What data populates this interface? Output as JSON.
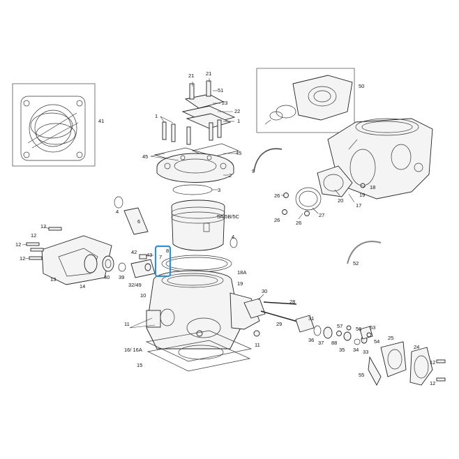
{
  "diagram": {
    "highlight_color": "#2f8fd0",
    "labels": [
      {
        "id": "l21a",
        "text": "21"
      },
      {
        "id": "l21b",
        "text": "21"
      },
      {
        "id": "l51",
        "text": "51"
      },
      {
        "id": "l23",
        "text": "23"
      },
      {
        "id": "l22",
        "text": "22"
      },
      {
        "id": "l1a",
        "text": "1"
      },
      {
        "id": "l1b",
        "text": "1"
      },
      {
        "id": "l41",
        "text": "41"
      },
      {
        "id": "l45a",
        "text": "45"
      },
      {
        "id": "l45b",
        "text": "45"
      },
      {
        "id": "l2",
        "text": "2"
      },
      {
        "id": "l3",
        "text": "3"
      },
      {
        "id": "l4a",
        "text": "4"
      },
      {
        "id": "l6",
        "text": "6"
      },
      {
        "id": "l5",
        "text": "5A/5B/5C"
      },
      {
        "id": "l4b",
        "text": "4"
      },
      {
        "id": "l8",
        "text": "8"
      },
      {
        "id": "l7",
        "text": "7"
      },
      {
        "id": "l43",
        "text": "43"
      },
      {
        "id": "l42",
        "text": "42"
      },
      {
        "id": "l18a",
        "text": "18A"
      },
      {
        "id": "l19a",
        "text": "19"
      },
      {
        "id": "l12a",
        "text": "12"
      },
      {
        "id": "l12b",
        "text": "12"
      },
      {
        "id": "l12c",
        "text": "12"
      },
      {
        "id": "l12d",
        "text": "12"
      },
      {
        "id": "l13",
        "text": "13"
      },
      {
        "id": "l14",
        "text": "14"
      },
      {
        "id": "l40",
        "text": "40"
      },
      {
        "id": "l39",
        "text": "39"
      },
      {
        "id": "l3249",
        "text": "32/49"
      },
      {
        "id": "l10",
        "text": "10"
      },
      {
        "id": "l11a",
        "text": "11"
      },
      {
        "id": "l11b",
        "text": "11"
      },
      {
        "id": "l16",
        "text": "16/ 16A"
      },
      {
        "id": "l15",
        "text": "15"
      },
      {
        "id": "l30",
        "text": "30"
      },
      {
        "id": "l28",
        "text": "28"
      },
      {
        "id": "l29",
        "text": "29"
      },
      {
        "id": "l31",
        "text": "31"
      },
      {
        "id": "l36",
        "text": "36"
      },
      {
        "id": "l37",
        "text": "37"
      },
      {
        "id": "l57",
        "text": "57"
      },
      {
        "id": "l88",
        "text": "88"
      },
      {
        "id": "l35",
        "text": "35"
      },
      {
        "id": "l34",
        "text": "34"
      },
      {
        "id": "l33",
        "text": "33"
      },
      {
        "id": "l56",
        "text": "56"
      },
      {
        "id": "l53",
        "text": "53"
      },
      {
        "id": "l54",
        "text": "54"
      },
      {
        "id": "l25",
        "text": "25"
      },
      {
        "id": "l24",
        "text": "24"
      },
      {
        "id": "l12e",
        "text": "12"
      },
      {
        "id": "l12f",
        "text": "12"
      },
      {
        "id": "l55",
        "text": "55"
      },
      {
        "id": "l52",
        "text": "52"
      },
      {
        "id": "l9",
        "text": "9"
      },
      {
        "id": "l50",
        "text": "50"
      },
      {
        "id": "l18b",
        "text": "18"
      },
      {
        "id": "l19b",
        "text": "19"
      },
      {
        "id": "l17",
        "text": "17"
      },
      {
        "id": "l20",
        "text": "20"
      },
      {
        "id": "l26a",
        "text": "26"
      },
      {
        "id": "l26b",
        "text": "26"
      },
      {
        "id": "l26c",
        "text": "26"
      },
      {
        "id": "l27",
        "text": "27"
      }
    ]
  }
}
